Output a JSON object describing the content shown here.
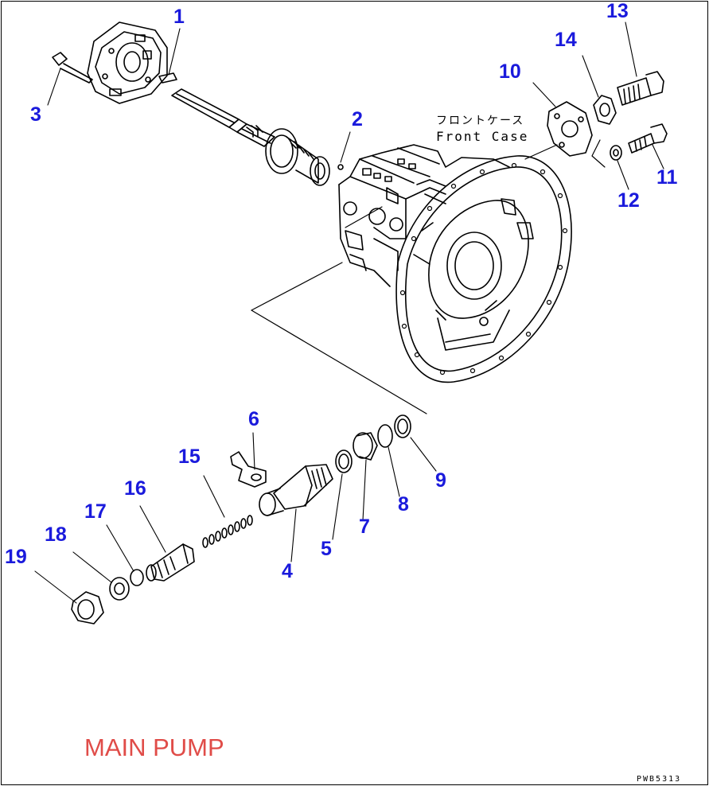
{
  "diagram": {
    "title": "MAIN PUMP",
    "drawing_code": "PWB5313",
    "front_case_label_jp": "フロントケース",
    "front_case_label_en": "Front Case",
    "callouts": [
      "1",
      "2",
      "3",
      "4",
      "5",
      "6",
      "7",
      "8",
      "9",
      "10",
      "11",
      "12",
      "13",
      "14",
      "15",
      "16",
      "17",
      "18",
      "19"
    ]
  },
  "colors": {
    "callout": "#1a1adc",
    "title": "#e04c48",
    "line": "#000000"
  }
}
